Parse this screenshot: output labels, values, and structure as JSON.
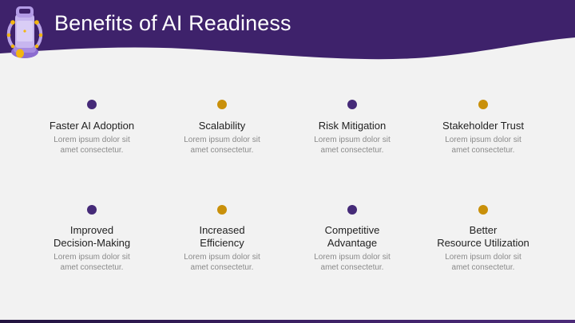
{
  "slide": {
    "title": "Benefits of AI Readiness",
    "colors": {
      "header": "#3e226b",
      "background": "#f2f2f2",
      "accent_purple": "#452a78",
      "accent_gold": "#c9900a",
      "title_text": "#ffffff",
      "item_title": "#222222",
      "item_desc": "#8a8a8a"
    },
    "icon": "robot-icon"
  },
  "benefits": [
    {
      "title_line1": "Faster AI Adoption",
      "title_line2": "",
      "desc_line1": "Lorem ipsum dolor sit",
      "desc_line2": "amet consectetur.",
      "dot_color": "#452a78"
    },
    {
      "title_line1": "Scalability",
      "title_line2": "",
      "desc_line1": "Lorem ipsum dolor sit",
      "desc_line2": "amet consectetur.",
      "dot_color": "#c9900a"
    },
    {
      "title_line1": "Risk Mitigation",
      "title_line2": "",
      "desc_line1": "Lorem ipsum dolor sit",
      "desc_line2": "amet consectetur.",
      "dot_color": "#452a78"
    },
    {
      "title_line1": "Stakeholder Trust",
      "title_line2": "",
      "desc_line1": "Lorem ipsum dolor sit",
      "desc_line2": "amet consectetur.",
      "dot_color": "#c9900a"
    },
    {
      "title_line1": "Improved",
      "title_line2": "Decision-Making",
      "desc_line1": "Lorem ipsum dolor sit",
      "desc_line2": "amet consectetur.",
      "dot_color": "#452a78"
    },
    {
      "title_line1": "Increased",
      "title_line2": "Efficiency",
      "desc_line1": "Lorem ipsum dolor sit",
      "desc_line2": "amet consectetur.",
      "dot_color": "#c9900a"
    },
    {
      "title_line1": "Competitive",
      "title_line2": "Advantage",
      "desc_line1": "Lorem ipsum dolor sit",
      "desc_line2": "amet consectetur.",
      "dot_color": "#452a78"
    },
    {
      "title_line1": "Better",
      "title_line2": "Resource Utilization",
      "desc_line1": "Lorem ipsum dolor sit",
      "desc_line2": "amet consectetur.",
      "dot_color": "#c9900a"
    }
  ]
}
